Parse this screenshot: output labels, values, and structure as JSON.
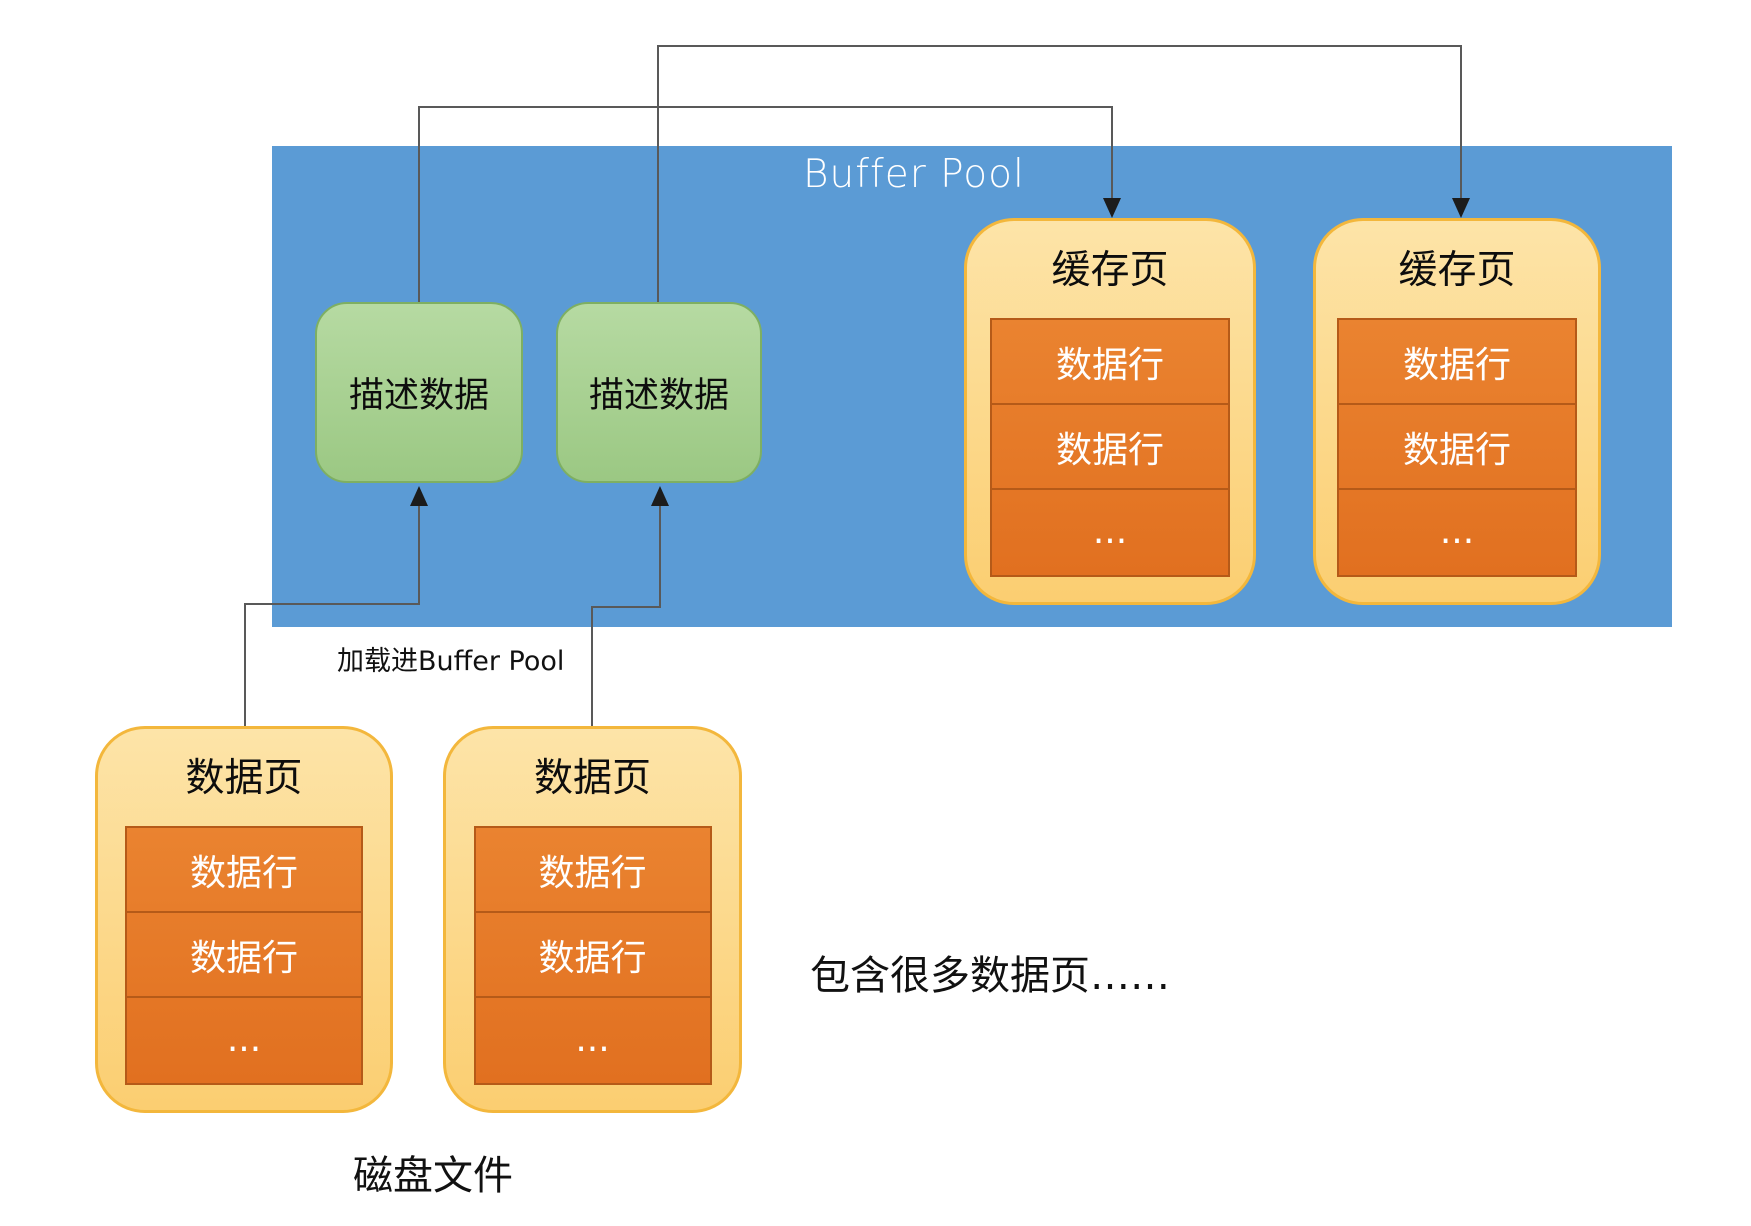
{
  "buffer_pool": {
    "title": "Buffer Pool",
    "describe_boxes": [
      {
        "label": "描述数据"
      },
      {
        "label": "描述数据"
      }
    ],
    "cache_pages": [
      {
        "title": "缓存页",
        "rows": [
          "数据行",
          "数据行",
          "..."
        ]
      },
      {
        "title": "缓存页",
        "rows": [
          "数据行",
          "数据行",
          "..."
        ]
      }
    ]
  },
  "disk": {
    "data_pages": [
      {
        "title": "数据页",
        "rows": [
          "数据行",
          "数据行",
          "..."
        ]
      },
      {
        "title": "数据页",
        "rows": [
          "数据行",
          "数据行",
          "..."
        ]
      }
    ],
    "disk_label": "磁盘文件"
  },
  "annotations": {
    "load_into_buffer_pool": "加载进Buffer Pool",
    "contains_many_pages": "包含很多数据页……"
  },
  "colors": {
    "pool_blue": "#5B9BD5",
    "green_fill_top": "#B6DAA2",
    "green_fill_bottom": "#9BC883",
    "green_border": "#7EAF62",
    "gold_fill_top": "#FDE4A8",
    "gold_fill_bottom": "#FBCE71",
    "gold_border": "#F3B73C",
    "row_orange": "#EA8330",
    "row_border": "#B55A18",
    "connector_gray": "#595959",
    "arrow_black": "#1c1c1c",
    "title_white": "#FFFFFF"
  }
}
